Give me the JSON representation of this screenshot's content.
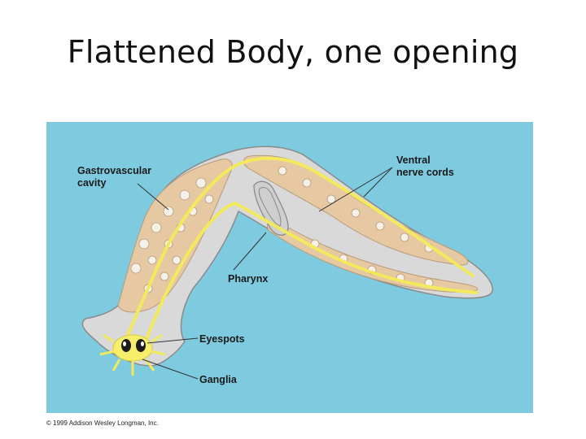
{
  "slide": {
    "title": "Flattened Body, one opening"
  },
  "diagram": {
    "labels": {
      "gastrovascular_line1": "Gastrovascular",
      "gastrovascular_line2": "cavity",
      "ventral_line1": "Ventral",
      "ventral_line2": "nerve cords",
      "pharynx": "Pharynx",
      "eyespots": "Eyespots",
      "ganglia": "Ganglia"
    },
    "colors": {
      "background": "#7ecbe0",
      "body": "#d9d9d9",
      "gut": "#e6c9a3",
      "nerve": "#f2ea5c",
      "outline": "#8a8a8a"
    }
  },
  "footer": {
    "copyright": "© 1999 Addison Wesley Longman, Inc."
  }
}
